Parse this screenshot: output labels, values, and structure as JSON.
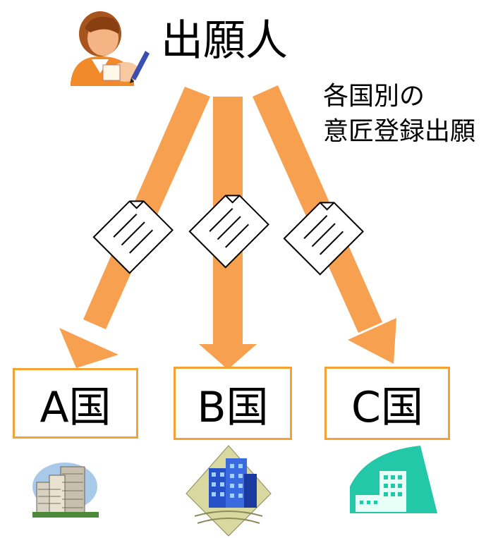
{
  "applicant": {
    "label": "出願人",
    "icon": "applicant-person-icon"
  },
  "note": {
    "line1": "各国別の",
    "line2": "意匠登録出願"
  },
  "document_icon": "document-icon",
  "arrow_color": "#f7a050",
  "box_border_color": "#f3a233",
  "countries": [
    {
      "label": "A国",
      "building_icon": "office-building-icon"
    },
    {
      "label": "B国",
      "building_icon": "blue-building-icon"
    },
    {
      "label": "C国",
      "building_icon": "teal-building-icon"
    }
  ]
}
